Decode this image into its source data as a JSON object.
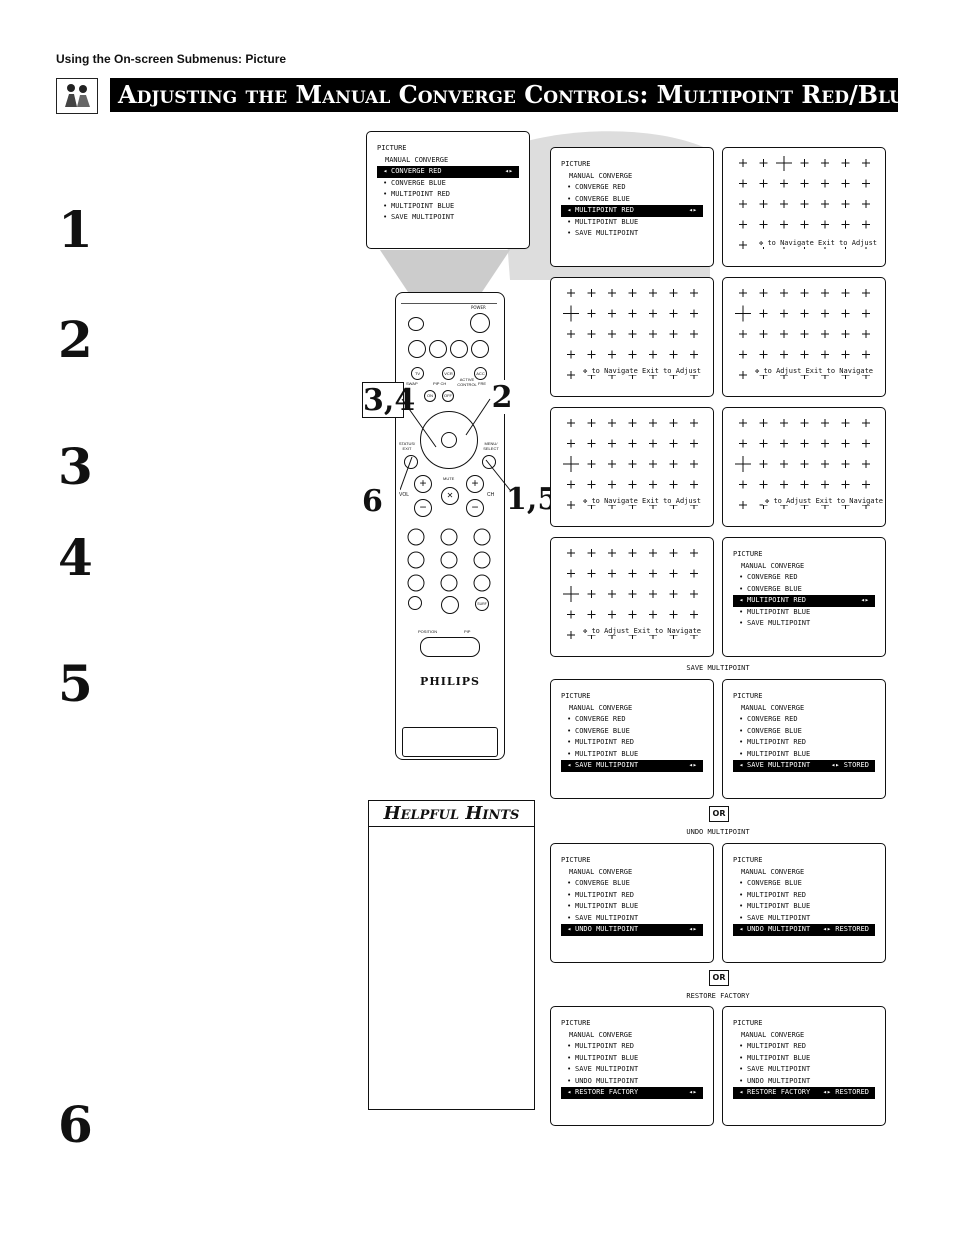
{
  "header": {
    "section_label": "Using the On-screen Submenus: Picture",
    "title": "Adjusting the Manual Converge Controls: Multipoint Red/Blue"
  },
  "steps": [
    "1",
    "2",
    "3",
    "4",
    "5",
    "6"
  ],
  "callouts": {
    "a": "3,4",
    "b": "2",
    "c": "6",
    "d": "1,5"
  },
  "remote": {
    "brand": "PHILIPS",
    "labels": {
      "power": "POWER",
      "tv": "TV",
      "vcr": "VCR",
      "acc": "ACC",
      "swap": "SWAP",
      "pip_ch": "PIP CH",
      "active_control": "ACTIVE CONTROL",
      "freeze": "FREEZE",
      "on": "ON",
      "off": "OFF",
      "status_exit": "STATUS/ EXIT",
      "menu_select": "MENU/ SELECT",
      "mute": "MUTE",
      "vol": "VOL",
      "ch": "CH",
      "surf": "SURF",
      "position": "POSITION",
      "pip": "PIP"
    }
  },
  "menu_common": {
    "title": "PICTURE",
    "subtitle": "MANUAL CONVERGE",
    "arrows": "◂▸"
  },
  "screens": {
    "s1": [
      "CONVERGE RED",
      "CONVERGE BLUE",
      "MULTIPOINT RED",
      "MULTIPOINT BLUE",
      "SAVE MULTIPOINT"
    ],
    "s2": [
      "CONVERGE RED",
      "CONVERGE BLUE",
      "MULTIPOINT RED",
      "MULTIPOINT BLUE",
      "SAVE MULTIPOINT"
    ],
    "s10": [
      "CONVERGE RED",
      "CONVERGE BLUE",
      "MULTIPOINT RED",
      "MULTIPOINT BLUE",
      "SAVE MULTIPOINT"
    ],
    "s11": [
      "CONVERGE RED",
      "CONVERGE BLUE",
      "MULTIPOINT RED",
      "MULTIPOINT BLUE",
      "SAVE MULTIPOINT"
    ],
    "s12": [
      "CONVERGE RED",
      "CONVERGE BLUE",
      "MULTIPOINT RED",
      "MULTIPOINT BLUE",
      "SAVE MULTIPOINT"
    ],
    "s13": [
      "CONVERGE BLUE",
      "MULTIPOINT RED",
      "MULTIPOINT BLUE",
      "SAVE MULTIPOINT",
      "UNDO MULTIPOINT"
    ],
    "s14": [
      "CONVERGE BLUE",
      "MULTIPOINT RED",
      "MULTIPOINT BLUE",
      "SAVE MULTIPOINT",
      "UNDO MULTIPOINT"
    ],
    "s15": [
      "MULTIPOINT RED",
      "MULTIPOINT BLUE",
      "SAVE MULTIPOINT",
      "UNDO MULTIPOINT",
      "RESTORE FACTORY"
    ],
    "s16": [
      "MULTIPOINT RED",
      "MULTIPOINT BLUE",
      "SAVE MULTIPOINT",
      "UNDO MULTIPOINT",
      "RESTORE FACTORY"
    ]
  },
  "status": {
    "stored": "STORED",
    "restored": "RESTORED"
  },
  "nav": {
    "nav_exit_adjust": "to Navigate Exit to Adjust",
    "adjust_exit_navigate": "to Adjust  Exit to Navigate",
    "adjust_exit_navigate_b": "to Adjust   Exit to Navigate"
  },
  "captions": {
    "save": "SAVE MULTIPOINT",
    "undo": "UNDO MULTIPOINT",
    "restore": "RESTORE FACTORY",
    "or": "OR"
  },
  "hints": {
    "title": "Helpful Hints"
  }
}
